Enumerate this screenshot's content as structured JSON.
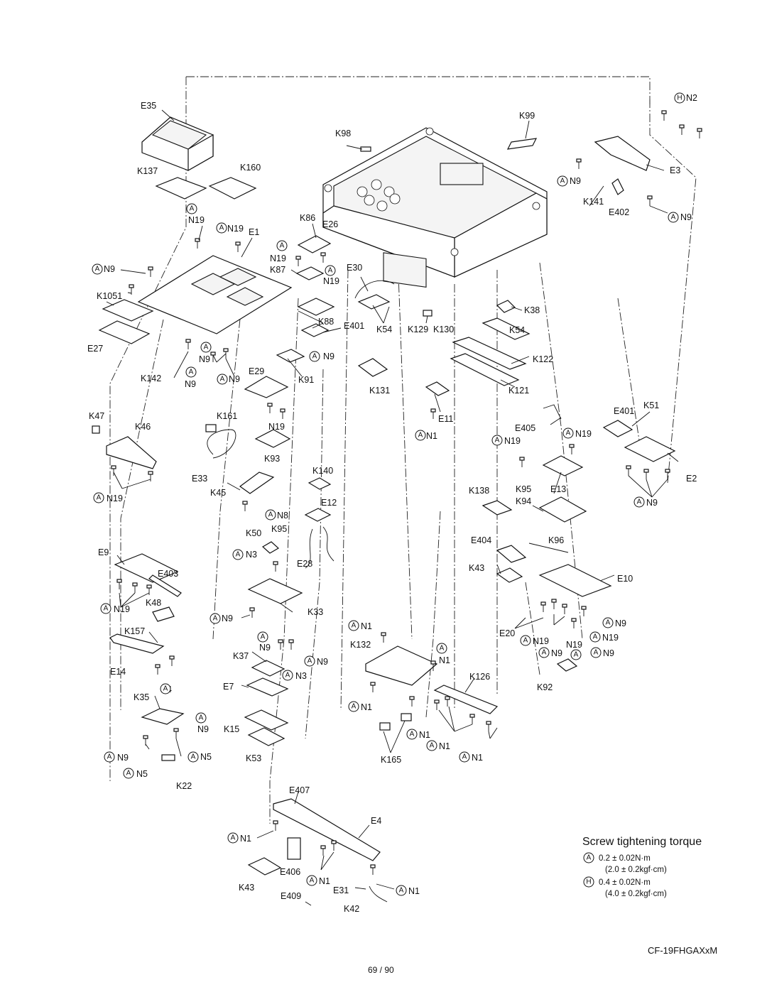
{
  "title": "Screw tightening torque",
  "model": "CF-19FHGAXxM",
  "page_number": "69 / 90",
  "torque_legend": [
    {
      "mark": "A",
      "value": "0.2 ± 0.02N·m",
      "alt": "(2.0 ± 0.2kgf·cm)"
    },
    {
      "mark": "H",
      "value": "0.4 ± 0.02N·m",
      "alt": "(4.0 ± 0.2kgf·cm)"
    }
  ],
  "labels": [
    "E35",
    "K137",
    "K160",
    "N19",
    "N19",
    "E1",
    "N9",
    "K1051",
    "E27",
    "K142",
    "N9",
    "N9",
    "N9",
    "K47",
    "K46",
    "N19",
    "K161",
    "N19",
    "E33",
    "K93",
    "K45",
    "N8",
    "E9",
    "E403",
    "N19",
    "K48",
    "K157",
    "E14",
    "N4",
    "K35",
    "N9",
    "N9",
    "N5",
    "N5",
    "K22",
    "K50",
    "K95",
    "N3",
    "E28",
    "K33",
    "N9",
    "N9",
    "N9",
    "K37",
    "N3",
    "E7",
    "K15",
    "K53",
    "K86",
    "E26",
    "N19",
    "K87",
    "N19",
    "K88",
    "E401",
    "N9",
    "K91",
    "E29",
    "E30",
    "K54",
    "K129",
    "K130",
    "K131",
    "E11",
    "N1",
    "K140",
    "E12",
    "K98",
    "K99",
    "N2",
    "N9",
    "E3",
    "K141",
    "E402",
    "N9",
    "K38",
    "K54",
    "K122",
    "K121",
    "E401",
    "K51",
    "E405",
    "N19",
    "N19",
    "E2",
    "N9",
    "K138",
    "K95",
    "E13",
    "K94",
    "E404",
    "K96",
    "K43",
    "E10",
    "E20",
    "N19",
    "N19",
    "N19",
    "N9",
    "N9",
    "N9",
    "N1",
    "K132",
    "N1",
    "K126",
    "K92",
    "N1",
    "N1",
    "N1",
    "K165",
    "N1",
    "E407",
    "E4",
    "N1",
    "K43",
    "E406",
    "N1",
    "E409",
    "E31",
    "N1",
    "K42"
  ]
}
